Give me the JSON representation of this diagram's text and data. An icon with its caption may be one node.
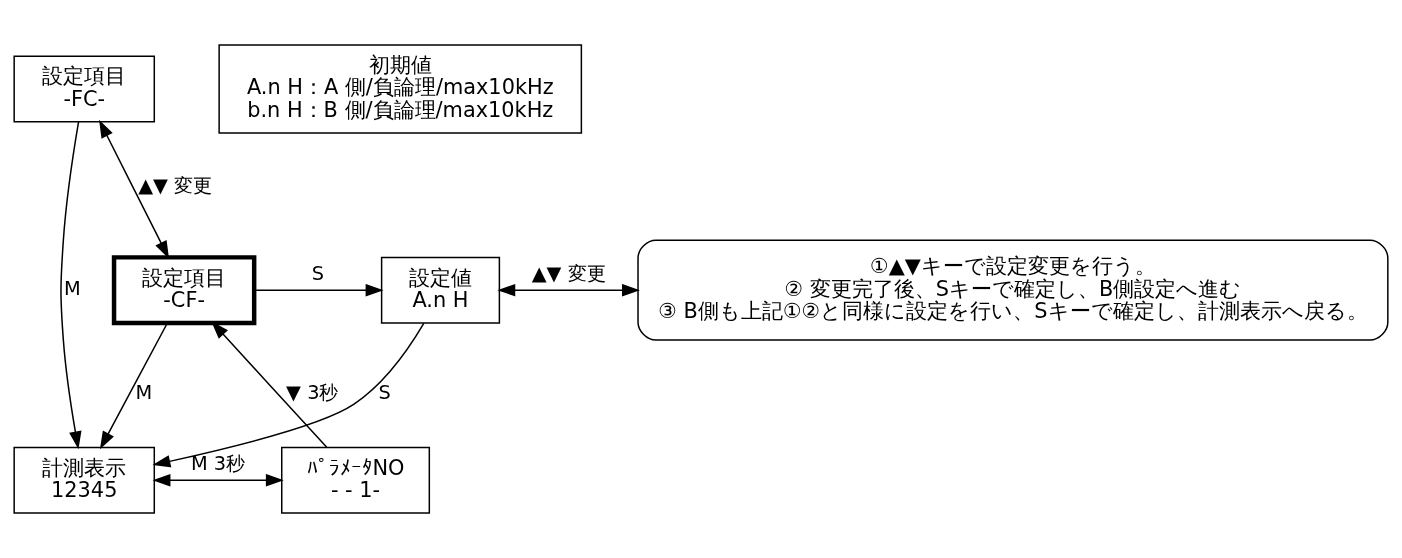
{
  "diagram": {
    "nodes": [
      {
        "text": [
          "設定項目",
          "-FC-"
        ]
      },
      {
        "text": [
          "設定項目",
          "-CF-"
        ]
      },
      {
        "text": [
          "設定値",
          "A.n H"
        ]
      },
      {
        "text": [
          "①▲▼キーで設定変更を行う。",
          "② 変更完了後、Sキーで確定し、B側設定へ進む",
          "③ B側も上記①②と同様に設定を行い、Sキーで確定し、計測表示へ戻る。"
        ]
      },
      {
        "text": [
          "計測表示",
          "12345"
        ]
      },
      {
        "text": [
          "ﾊﾟﾗﾒｰﾀNO",
          "- - 1-"
        ]
      },
      {
        "text": [
          "初期値",
          "A.n H：A 側/負論理/max10kHz",
          "b.n H：B 側/負論理/max10kHz"
        ]
      }
    ],
    "edges": [
      {
        "from": 0,
        "to": 4,
        "arrow": "to",
        "label": "M"
      },
      {
        "from": 0,
        "to": 1,
        "arrow": "both",
        "label": "▲▼ 変更"
      },
      {
        "from": 1,
        "to": 4,
        "arrow": "to",
        "label": "M"
      },
      {
        "from": 1,
        "to": 2,
        "arrow": "to",
        "label": "S"
      },
      {
        "from": 2,
        "to": 3,
        "arrow": "both",
        "label": "▲▼ 変更"
      },
      {
        "from": 4,
        "to": 5,
        "arrow": "both",
        "label": "M 3秒"
      },
      {
        "from": 5,
        "to": 1,
        "arrow": "to",
        "label": "▼ 3秒"
      },
      {
        "from": 2,
        "to": 4,
        "arrow": "to",
        "label": "S"
      }
    ]
  }
}
